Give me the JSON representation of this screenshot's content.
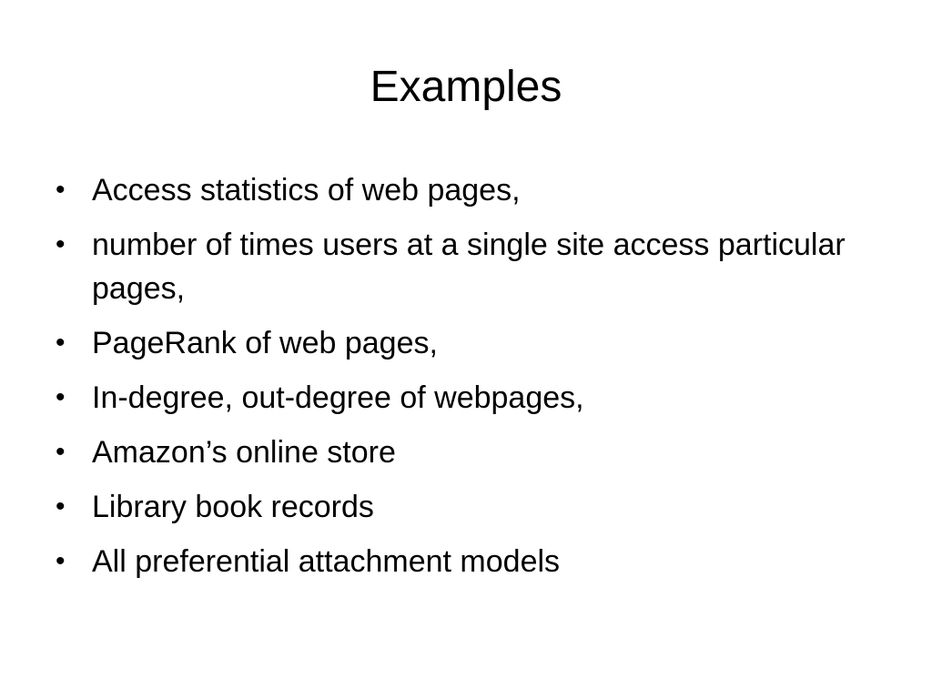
{
  "slide": {
    "title": "Examples",
    "bullets": [
      {
        "symbol": "•",
        "text": "Access statistics of web pages,"
      },
      {
        "symbol": "•",
        "text": "number of times users at a single site access particular pages,"
      },
      {
        "symbol": "•",
        "text": "PageRank of web pages,"
      },
      {
        "symbol": "•",
        "text": "In-degree, out-degree of webpages,"
      },
      {
        "symbol": "•",
        "text": "Amazon’s online store"
      },
      {
        "symbol": "•",
        "text": "Library book records"
      },
      {
        "symbol": "•",
        "text": "All preferential attachment models"
      }
    ]
  }
}
